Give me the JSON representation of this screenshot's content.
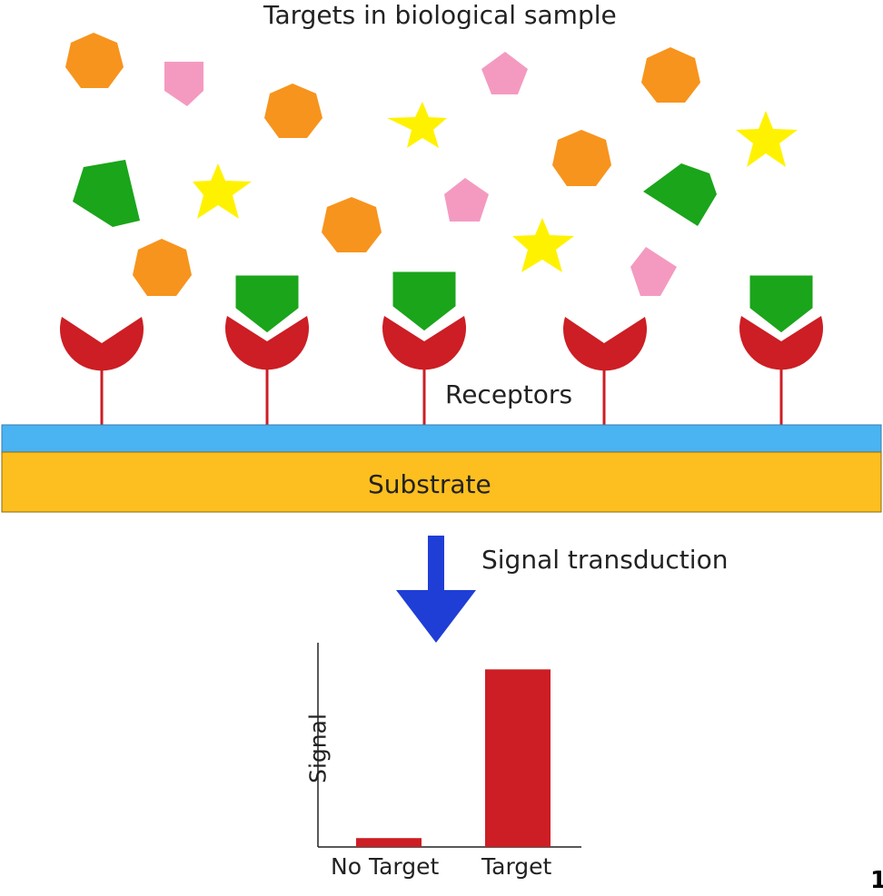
{
  "title": "Targets in biological sample",
  "receptors_label": "Receptors",
  "substrate_label": "Substrate",
  "transduction_label": "Signal transduction",
  "panel_label": "1",
  "colors": {
    "orange": "#f7941d",
    "pink": "#f49ac1",
    "yellow": "#fff200",
    "green": "#1aa51a",
    "red": "#cc1e24",
    "blue_layer": "#4ab3f2",
    "substrate": "#fdbf1f",
    "arrow": "#1f3ed6"
  },
  "chart_data": {
    "type": "bar",
    "categories": [
      "No Target",
      "Target"
    ],
    "values": [
      5,
      100
    ],
    "ylabel": "Signal",
    "xlabel": "",
    "ylim": [
      0,
      115
    ],
    "bar_color": "#cc1e24"
  }
}
